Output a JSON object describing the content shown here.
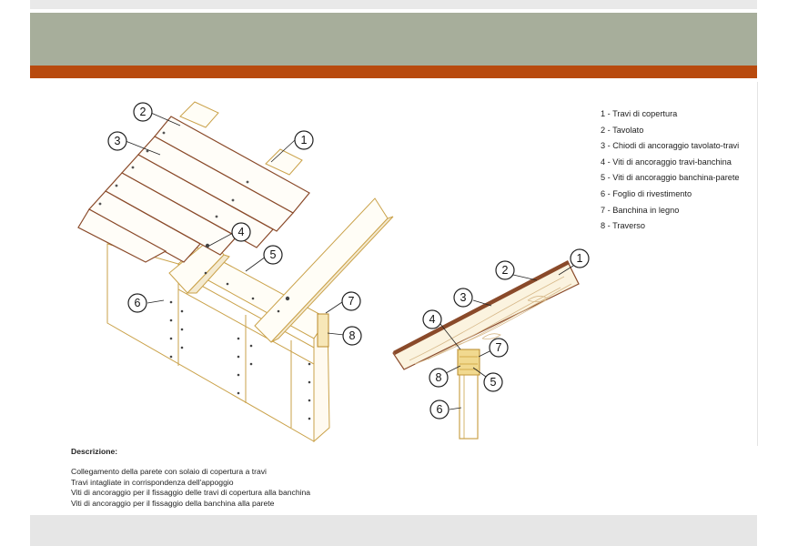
{
  "legend": [
    "1 - Travi di copertura",
    "2 - Tavolato",
    "3 - Chiodi di ancoraggio tavolato-travi",
    "4 - Viti di ancoraggio travi-banchina",
    "5 - Viti di ancoraggio banchina-parete",
    "6 - Foglio di rivestimento",
    "7 - Banchina in legno",
    "8 - Traverso"
  ],
  "description": {
    "title": "Descrizione:",
    "lines": [
      "Collegamento della parete con solaio di copertura a travi",
      "Travi intagliate in corrispondenza dell'appoggio",
      "Viti di ancoraggio per il fissaggio delle travi di copertura alla banchina",
      "Viti di ancoraggio per il fissaggio della banchina alla parete"
    ]
  },
  "callouts": {
    "c1": "1",
    "c2": "2",
    "c3": "3",
    "c4": "4",
    "c5": "5",
    "c6": "6",
    "c7": "7",
    "c8": "8",
    "d1": "1",
    "d2": "2",
    "d3": "3",
    "d4": "4",
    "d5": "5",
    "d6": "6",
    "d7": "7",
    "d8": "8"
  },
  "colors": {
    "header": "#a7ae9b",
    "accent": "#b84a0e",
    "wood_line": "#caa24a",
    "plank_edge": "#8a4a2a"
  }
}
